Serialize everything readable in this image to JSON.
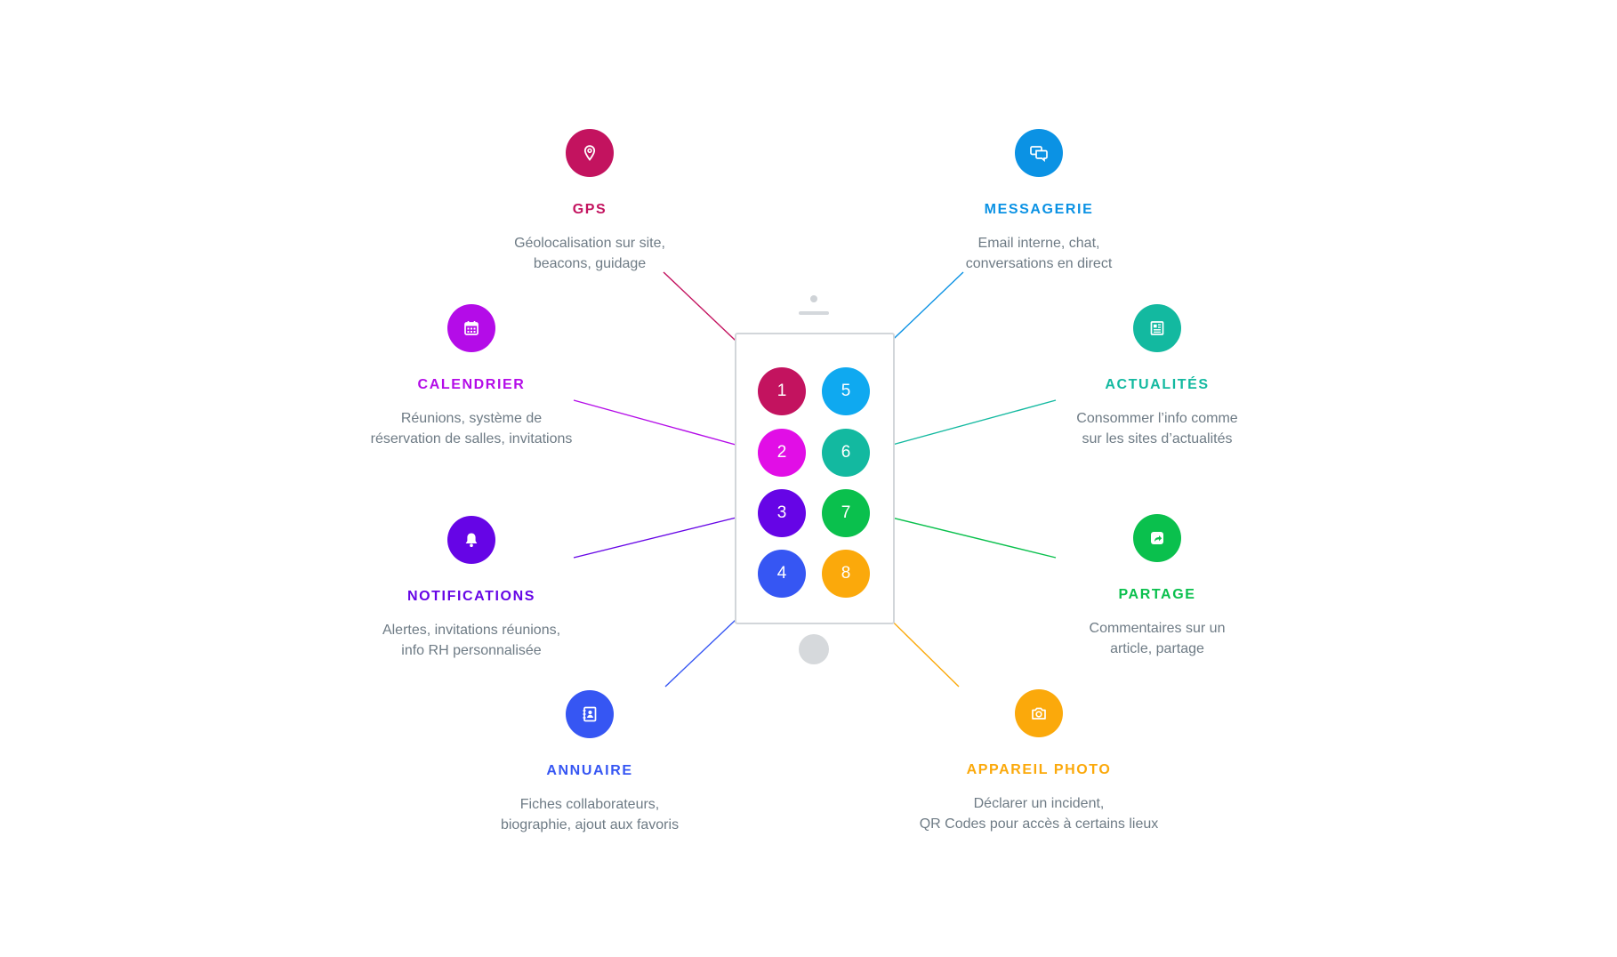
{
  "features": [
    {
      "number": "1",
      "title": "GPS",
      "desc_line1": "Géolocalisation sur site,",
      "desc_line2": "beacons, guidage",
      "color": "#c3135f",
      "icon": "map-pin-icon"
    },
    {
      "number": "2",
      "title": "CALENDRIER",
      "desc_line1": "Réunions, système de",
      "desc_line2": "réservation de salles, invitations",
      "color": "#b40ce8",
      "icon": "calendar-icon"
    },
    {
      "number": "3",
      "title": "NOTIFICATIONS",
      "desc_line1": "Alertes, invitations réunions,",
      "desc_line2": "info RH personnalisée",
      "color": "#6605e6",
      "icon": "bell-icon"
    },
    {
      "number": "4",
      "title": "ANNUAIRE",
      "desc_line1": "Fiches collaborateurs,",
      "desc_line2": "biographie, ajout aux favoris",
      "color": "#3656f3",
      "icon": "contact-book-icon"
    },
    {
      "number": "5",
      "title": "MESSAGERIE",
      "desc_line1": "Email interne, chat,",
      "desc_line2": "conversations en direct",
      "color": "#0b92e4",
      "icon": "chat-bubbles-icon"
    },
    {
      "number": "6",
      "title": "ACTUALITÉS",
      "desc_line1": "Consommer l’info comme",
      "desc_line2": "sur les sites d’actualités",
      "color": "#13b9a0",
      "icon": "newspaper-icon"
    },
    {
      "number": "7",
      "title": "PARTAGE",
      "desc_line1": "Commentaires sur un",
      "desc_line2": "article, partage",
      "color": "#0ac04d",
      "icon": "share-icon"
    },
    {
      "number": "8",
      "title": "APPAREIL PHOTO",
      "desc_line1": "Déclarer un incident,",
      "desc_line2": "QR Codes pour accès à certains lieux",
      "color": "#fba90b",
      "icon": "camera-icon"
    }
  ],
  "number_colors": {
    "1": "#c3135f",
    "2": "#e10ee6",
    "3": "#6605e6",
    "4": "#3656f3",
    "5": "#0fa9f0",
    "6": "#13b9a0",
    "7": "#0ac04d",
    "8": "#fba90b"
  }
}
